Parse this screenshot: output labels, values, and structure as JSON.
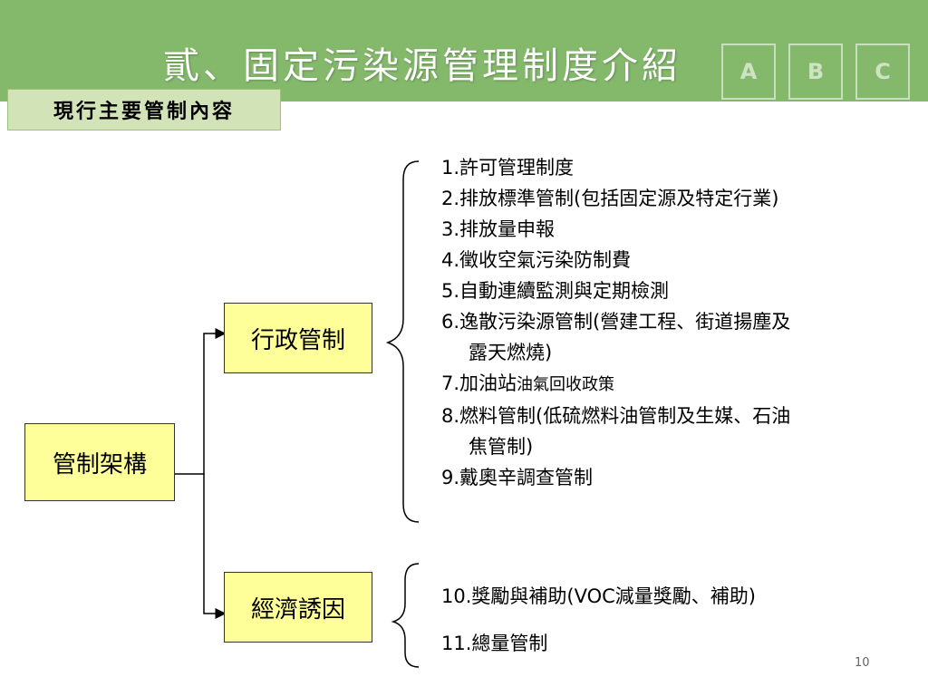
{
  "header": {
    "title": "貳、固定污染源管理制度介紹",
    "deco_letters": [
      "A",
      "B",
      "C"
    ]
  },
  "subtitle": "現行主要管制內容",
  "nodes": {
    "root": "管制架構",
    "admin": "行政管制",
    "econ": "經濟誘因"
  },
  "admin_items": [
    "1.許可管理制度",
    "2.排放標準管制(包括固定源及特定行業)",
    "3.排放量申報",
    "4.徵收空氣污染防制費",
    "5.自動連續監測與定期檢測"
  ],
  "admin_item6": {
    "line1": "6.逸散污染源管制(營建工程、街道揚塵及",
    "line2": "露天燃燒)"
  },
  "admin_item7": {
    "main": "7.加油站",
    "small": "油氣回收政策"
  },
  "admin_item8": {
    "line1": "8.燃料管制(低硫燃料油管制及生媒、石油",
    "line2": "焦管制)"
  },
  "admin_item9": "9.戴奧辛調查管制",
  "econ_items": [
    "10.獎勵與補助(VOC減量獎勵、補助)",
    "11.總量管制"
  ],
  "page_number": "10",
  "colors": {
    "header": "#84b96c",
    "node_fill": "#ffff99",
    "subtitle_fill": "#d3e3b8"
  }
}
